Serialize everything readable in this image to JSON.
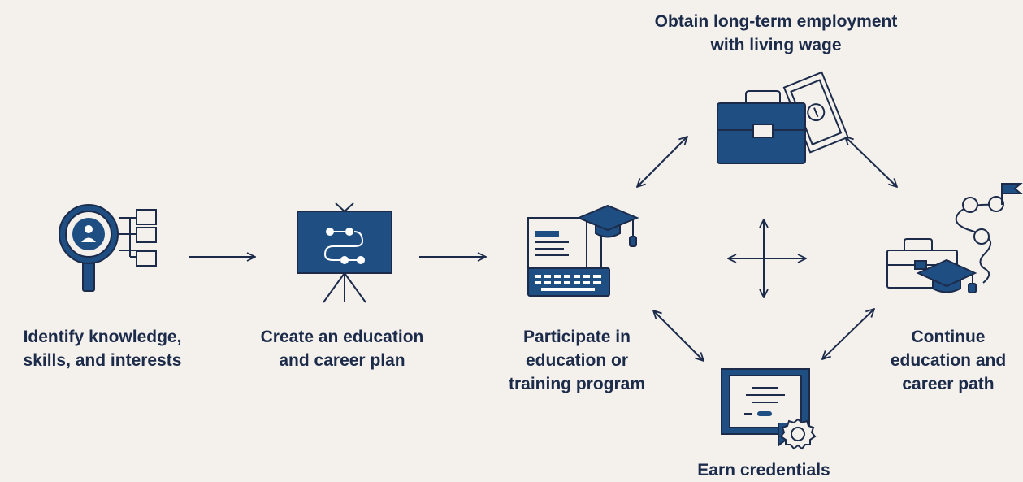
{
  "colors": {
    "background": "#f4f1ed",
    "navy": "#1f4e82",
    "dark": "#1c2b4a",
    "white": "#ffffff"
  },
  "steps": [
    {
      "id": "identify",
      "icon": "magnifier-profile-icon",
      "lines": [
        "Identify knowledge,",
        "skills, and interests"
      ]
    },
    {
      "id": "create",
      "icon": "presentation-easel-icon",
      "lines": [
        "Create an education",
        "and career plan"
      ]
    },
    {
      "id": "participate",
      "icon": "book-keyboard-graduation-cap-icon",
      "lines": [
        "Participate in",
        "education or",
        "training program"
      ]
    },
    {
      "id": "obtain",
      "icon": "briefcase-money-icon",
      "lines": [
        "Obtain long-term employment",
        "with living wage"
      ]
    },
    {
      "id": "continue",
      "icon": "briefcase-cap-path-flag-icon",
      "lines": [
        "Continue",
        "education and",
        "career path"
      ]
    },
    {
      "id": "earn",
      "icon": "certificate-icon",
      "lines": [
        "Earn credentials"
      ]
    }
  ]
}
